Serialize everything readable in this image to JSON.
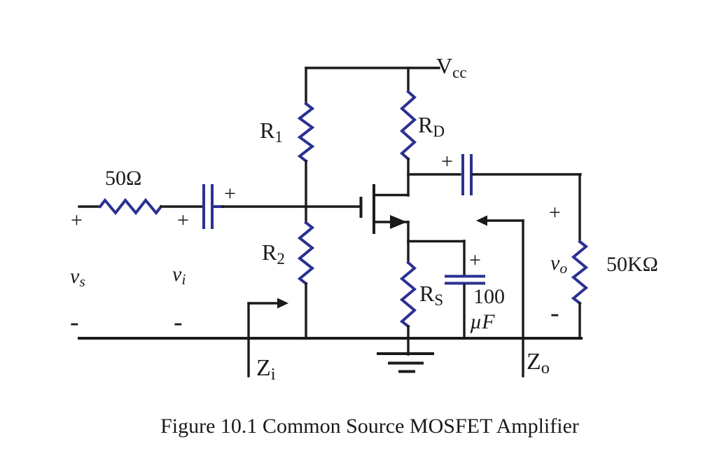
{
  "figure": {
    "caption": "Figure 10.1  Common Source MOSFET Amplifier"
  },
  "colors": {
    "wire": "#1a1a1a",
    "component_blue": "#2b3191",
    "background": "#ffffff"
  },
  "components": {
    "supply": {
      "main": "V",
      "sub": "cc"
    },
    "r1": {
      "main": "R",
      "sub": "1"
    },
    "r2": {
      "main": "R",
      "sub": "2"
    },
    "rd": {
      "main": "R",
      "sub": "D"
    },
    "rs": {
      "main": "R",
      "sub": "S"
    },
    "source_resistor": "50Ω",
    "load_resistor": "50KΩ",
    "bypass_capacitor": {
      "value": "100",
      "unit": "µF"
    }
  },
  "signals": {
    "vs": {
      "main": "v",
      "sub": "s"
    },
    "vi": {
      "main": "v",
      "sub": "i"
    },
    "vo": {
      "main": "v",
      "sub": "o"
    },
    "zi": {
      "main": "Z",
      "sub": "i"
    },
    "zo": {
      "main": "Z",
      "sub": "o"
    }
  },
  "polarity": {
    "plus": "+",
    "minus": "-"
  }
}
